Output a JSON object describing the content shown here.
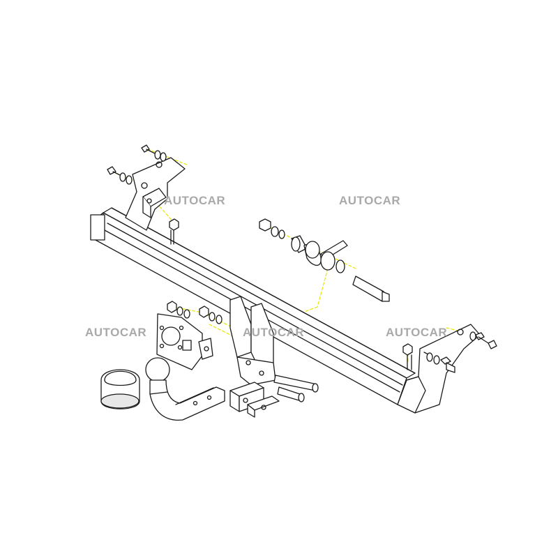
{
  "watermarks": [
    "AUTOCAR",
    "AUTOCAR",
    "AUTOCAR",
    "AUTOCAR",
    "AUTOCAR"
  ],
  "colors": {
    "line": "#1a1a1a",
    "fill": "#ffffff",
    "shade": "#d9d9d9",
    "leader": "#e6e600",
    "watermark": "#a9a9a9"
  }
}
